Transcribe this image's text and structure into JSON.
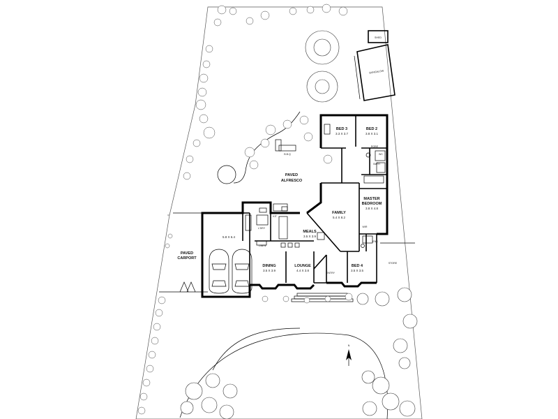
{
  "labels": {
    "shed": "SHED",
    "bungalow": "BUNGALOW",
    "bed3": "BED 3",
    "bed3_dim": "3.3 X 3.7",
    "bed2": "BED 2",
    "bed2_dim": "3.8 X 3.1",
    "bath": "BATH",
    "wc": "WC",
    "robe": "ROBE",
    "bbq": "B.B.Q",
    "paved_alfresco_1": "PAVED",
    "paved_alfresco_2": "ALFRESCO",
    "master_1": "MASTER",
    "master_2": "BEDROOM",
    "master_dim": "3.8 X 4.8",
    "family": "FAMILY",
    "family_dim": "5.4 X 8.2",
    "kit": "KIT",
    "meals": "MEALS",
    "meals_dim": "3.5 X 3.9",
    "lndry": "L'DRY",
    "linen": "LINEN",
    "garage_dim": "5.8 X 6.4",
    "paved_carport_1": "PAVED",
    "paved_carport_2": "CARPORT",
    "dining": "DINING",
    "dining_dim": "3.5 X 3.9",
    "lounge": "LOUNGE",
    "lounge_dim": "4.4 X 3.8",
    "entry": "ENTRY",
    "bed4": "BED 4",
    "bed4_dim": "3.5 X 3.5",
    "wir": "WIR",
    "ens": "ENS",
    "store": "STORE",
    "north": "N"
  }
}
